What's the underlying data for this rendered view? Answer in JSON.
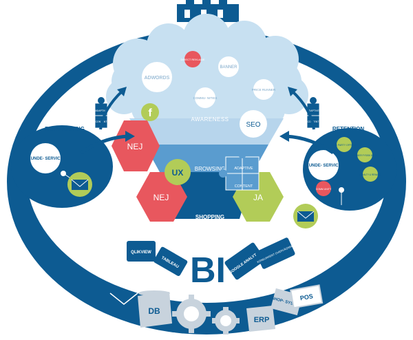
{
  "colors": {
    "navy": "#0d5b92",
    "white": "#ffffff",
    "cloud": "#c7e0f1",
    "awareness": "#b7d5ec",
    "browsing": "#5a9ccf",
    "shopping": "#0d5b92",
    "red": "#e8575e",
    "green": "#b2cc58",
    "grey": "#c8d3dd"
  },
  "cloud": {
    "adwords": "ADWORDS",
    "banner": "BANNER",
    "direct_mail": "DIRECT REKLAME",
    "communities": "COMMU- NITIES",
    "price_runner": "PRICE RUNNER",
    "seo": "SEO",
    "facebook": "f"
  },
  "funnel": {
    "awareness": "AWARENESS",
    "browsing": "BROWSING",
    "shopping": "SHOPPING",
    "ux": "UX",
    "nej_top": "NEJ",
    "nej_bottom": "NEJ",
    "ja": "JA",
    "adaptive": "ADAPTIVE",
    "content": "CONTENT"
  },
  "left": {
    "title": "RETARGETING",
    "kundeservice": "KUNDE- SERVICE",
    "puzzle_a": "ADAPTIVE",
    "puzzle_b": "CONTENT"
  },
  "right": {
    "title": "RETENTION",
    "kundeservice": "KUNDE- SERVICE",
    "puzzle_a": "ADAPTIVE",
    "puzzle_b": "CONTENT",
    "third_party": "3RD PARTY OFFERS",
    "member": "MEMBER FYSISK BUTIK",
    "loyalty": "LOYALTY & REWARD",
    "community": "COMM UNITY"
  },
  "bi": {
    "title": "BI",
    "qlikview": "QLIKVIEW",
    "tableau": "TABLEAU",
    "google": "GOOGLE ANALYTICS",
    "konkurrent": "KONKURRENT OVERVÅGNING",
    "db": "DB",
    "erp": "ERP",
    "shopsystem": "SHOP- SYSTEM",
    "pos": "POS"
  }
}
